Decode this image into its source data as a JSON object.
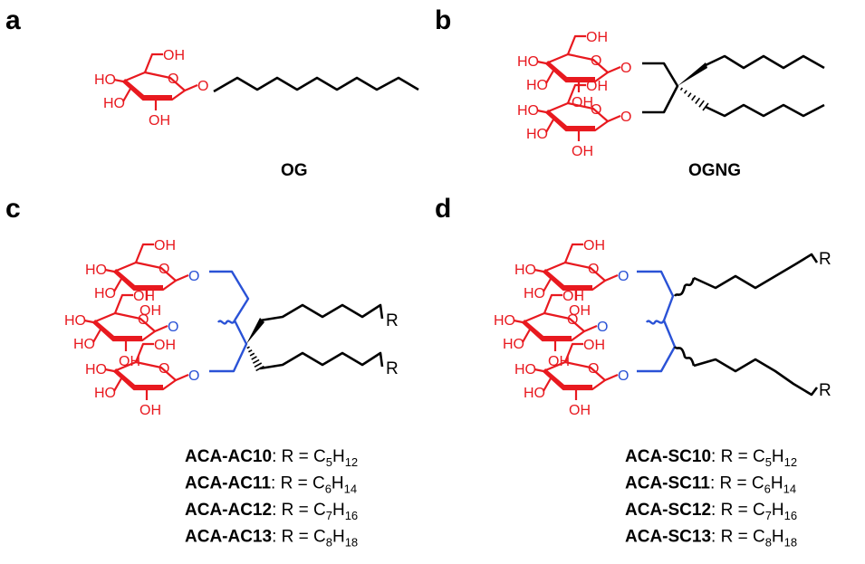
{
  "colors": {
    "sugar": "#e8191f",
    "linker": "#2a52d6",
    "chain": "#000000"
  },
  "panels": {
    "a": {
      "letter": "a",
      "compound": "OG"
    },
    "b": {
      "letter": "b",
      "compound": "OGNG"
    },
    "c": {
      "letter": "c",
      "r_label": "R",
      "legend": [
        {
          "name": "ACA-AC10",
          "relation": ": R = C",
          "c_sub": "5",
          "h": "H",
          "h_sub": "12"
        },
        {
          "name": "ACA-AC11",
          "relation": ": R = C",
          "c_sub": "6",
          "h": "H",
          "h_sub": "14"
        },
        {
          "name": "ACA-AC12",
          "relation": ": R = C",
          "c_sub": "7",
          "h": "H",
          "h_sub": "16"
        },
        {
          "name": "ACA-AC13",
          "relation": ": R = C",
          "c_sub": "8",
          "h": "H",
          "h_sub": "18"
        }
      ]
    },
    "d": {
      "letter": "d",
      "r_label": "R",
      "legend": [
        {
          "name": "ACA-SC10",
          "relation": ": R = C",
          "c_sub": "5",
          "h": "H",
          "h_sub": "12"
        },
        {
          "name": "ACA-SC11",
          "relation": ": R = C",
          "c_sub": "6",
          "h": "H",
          "h_sub": "14"
        },
        {
          "name": "ACA-SC12",
          "relation": ": R = C",
          "c_sub": "7",
          "h": "H",
          "h_sub": "16"
        },
        {
          "name": "ACA-SC13",
          "relation": ": R = C",
          "c_sub": "8",
          "h": "H",
          "h_sub": "18"
        }
      ]
    }
  },
  "atoms": {
    "hydroxyl": "OH",
    "hydroxyl_left": "HO",
    "oxygen": "O"
  }
}
